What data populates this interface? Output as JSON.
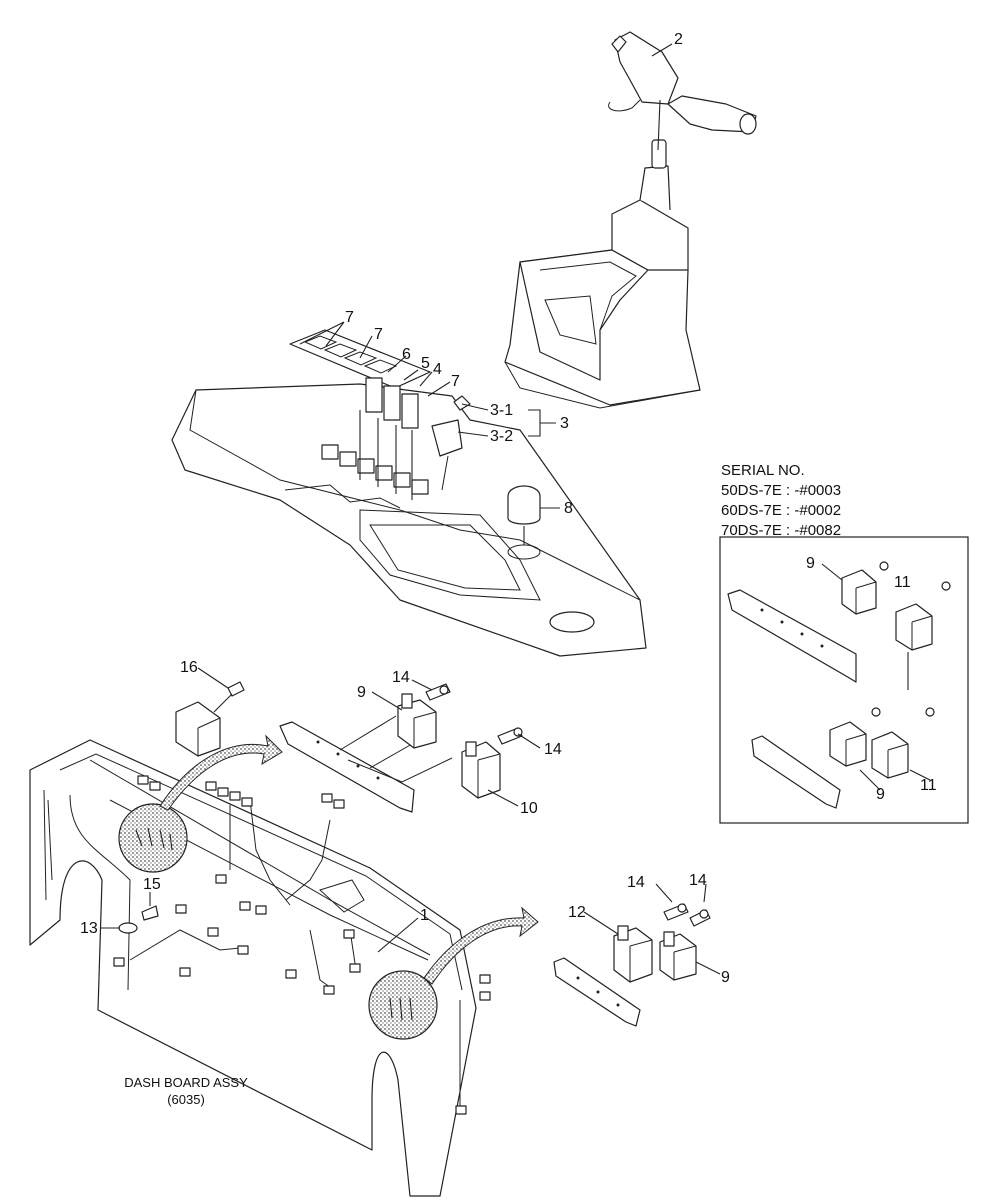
{
  "diagram": {
    "callouts": {
      "c2": "2",
      "c7a": "7",
      "c7b": "7",
      "c6": "6",
      "c5": "5",
      "c4": "4",
      "c7c": "7",
      "c3_1": "3-1",
      "c3_2": "3-2",
      "c3": "3",
      "c8": "8",
      "c16": "16",
      "c14a": "14",
      "c9a": "9",
      "c14b": "14",
      "c10": "10",
      "c15": "15",
      "c13": "13",
      "c1": "1",
      "c14c": "14",
      "c14d": "14",
      "c12": "12",
      "c9b": "9",
      "c9c": "9",
      "c11a": "11",
      "c9d": "9",
      "c11b": "11"
    },
    "serial": {
      "title": "SERIAL NO.",
      "line1": "50DS-7E : -#0003",
      "line2": "60DS-7E : -#0002",
      "line3": "70DS-7E : -#0082"
    },
    "caption": {
      "line1": "DASH BOARD ASSY",
      "line2": "(6035)"
    }
  }
}
